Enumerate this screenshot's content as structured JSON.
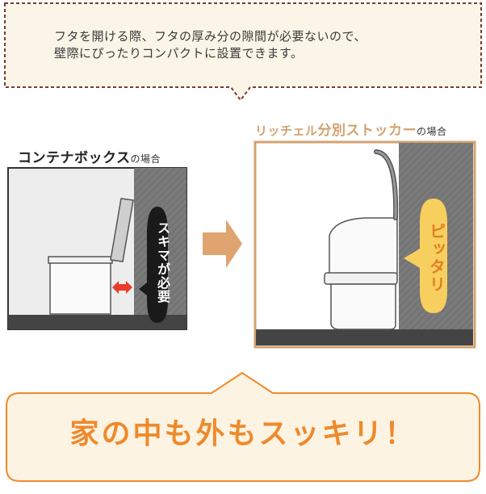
{
  "note": {
    "line1": "フタを開ける際、フタの厚み分の隙間が必要ないので、",
    "line2": "壁際にぴったりコンパクトに設置できます。"
  },
  "left_panel": {
    "title": "コンテナボックス",
    "title_suffix": "の場合",
    "callout": "スキマが必要"
  },
  "right_panel": {
    "title_part1": "リッチェル",
    "title_part2": "分別ストッカー",
    "title_suffix": "の場合",
    "callout": "ピッタリ"
  },
  "banner": {
    "text": "家の中も外もスッキリ！"
  },
  "colors": {
    "note_bg": "#fbf5e8",
    "note_border": "#7a3b2a",
    "wall_gray": "#777777",
    "floor_dark": "#444444",
    "accent_orange": "#ee8a2c",
    "arrow_tan": "#dfa46f",
    "frame_tan": "#d3a26f",
    "callout_yellow": "#f7cf5e",
    "gap_arrow_red": "#ee3b2a"
  }
}
